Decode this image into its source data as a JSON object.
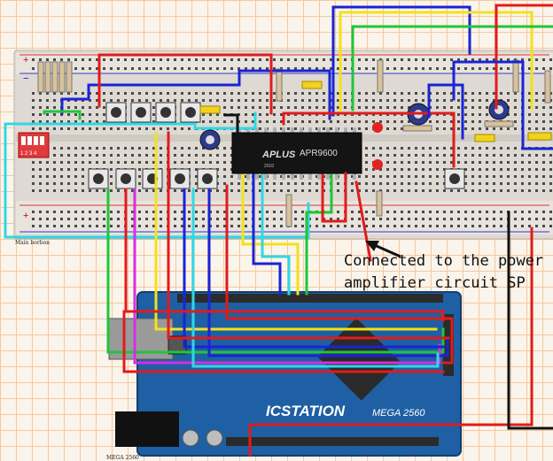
{
  "breadboard": {
    "caption": "Main borbon",
    "rail_plus": "+",
    "rail_minus": "−",
    "dip_switch_numbers": "1 2 3 4"
  },
  "chip": {
    "brand": "APLUS",
    "part": "APR9600",
    "date_code": "2010"
  },
  "callout": {
    "line1": "Connected to the power",
    "line2": "amplifier circuit SP"
  },
  "arduino": {
    "brand": "ICSTATION",
    "model": "MEGA 2560"
  },
  "footer_caption": "MEGA 2560"
}
